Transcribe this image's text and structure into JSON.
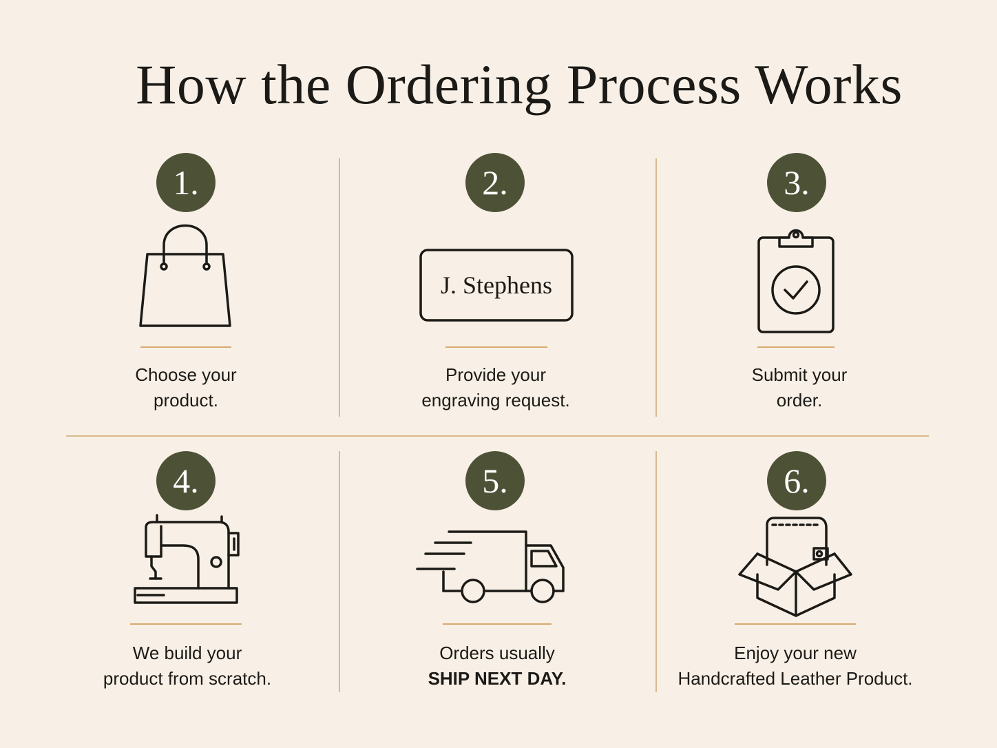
{
  "title": "How the Ordering Process Works",
  "colors": {
    "background": "#f8f0e6",
    "badge": "#4d5236",
    "divider": "#d9b98d",
    "accent_line": "#d7a96c",
    "ink": "#1c1a17"
  },
  "steps": [
    {
      "number": "1.",
      "icon": "shopping-bag-icon",
      "line1": "Choose your",
      "line2": "product."
    },
    {
      "number": "2.",
      "icon": "engraving-nameplate-icon",
      "engraving": "J. Stephens",
      "line1": "Provide your",
      "line2": "engraving request."
    },
    {
      "number": "3.",
      "icon": "clipboard-check-icon",
      "line1": "Submit your",
      "line2": "order."
    },
    {
      "number": "4.",
      "icon": "sewing-machine-icon",
      "line1": "We build your",
      "line2": "product from scratch."
    },
    {
      "number": "5.",
      "icon": "delivery-truck-icon",
      "line1": "Orders usually",
      "line2": "SHIP NEXT DAY."
    },
    {
      "number": "6.",
      "icon": "wallet-in-box-icon",
      "line1": "Enjoy your new",
      "line2": "Handcrafted Leather Product."
    }
  ]
}
